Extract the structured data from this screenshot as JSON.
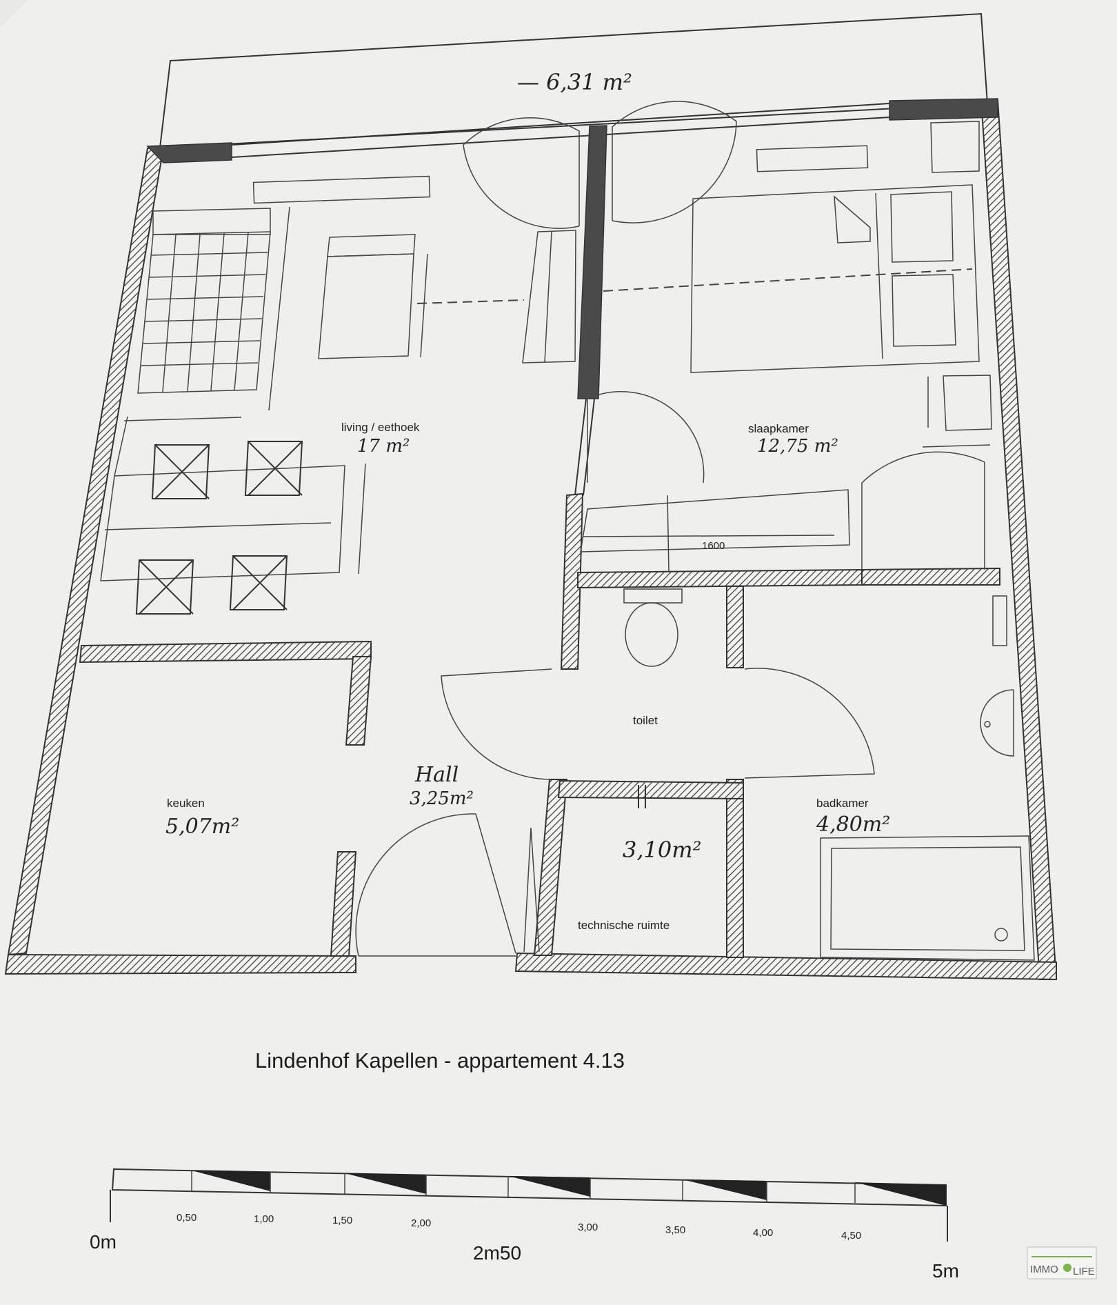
{
  "plan": {
    "title": "Lindenhof Kapellen  -  appartement 4.13",
    "terrace_area": "— 6,31 m²",
    "rooms": {
      "living": {
        "label": "living / eethoek",
        "area": "17 m²"
      },
      "sleeping": {
        "label": "slaapkamer",
        "area": "12,75 m²"
      },
      "toilet": {
        "label": "toilet"
      },
      "kitchen": {
        "label": "keuken",
        "area": "5,07m²"
      },
      "hall": {
        "label": "Hall",
        "area": "3,25m²"
      },
      "bathroom": {
        "label": "badkamer",
        "area": "4,80m²"
      },
      "technical": {
        "label": "technische ruimte",
        "area": "3,10m²"
      }
    },
    "wardrobe_dim": "1600"
  },
  "scale": {
    "start": "0m",
    "mid": "2m50",
    "end": "5m",
    "ticks": [
      "0,50",
      "1,00",
      "1,50",
      "2,00",
      "3,00",
      "3,50",
      "4,00",
      "4,50"
    ]
  },
  "logo": {
    "left": "IMMO",
    "right": "LIFE"
  }
}
